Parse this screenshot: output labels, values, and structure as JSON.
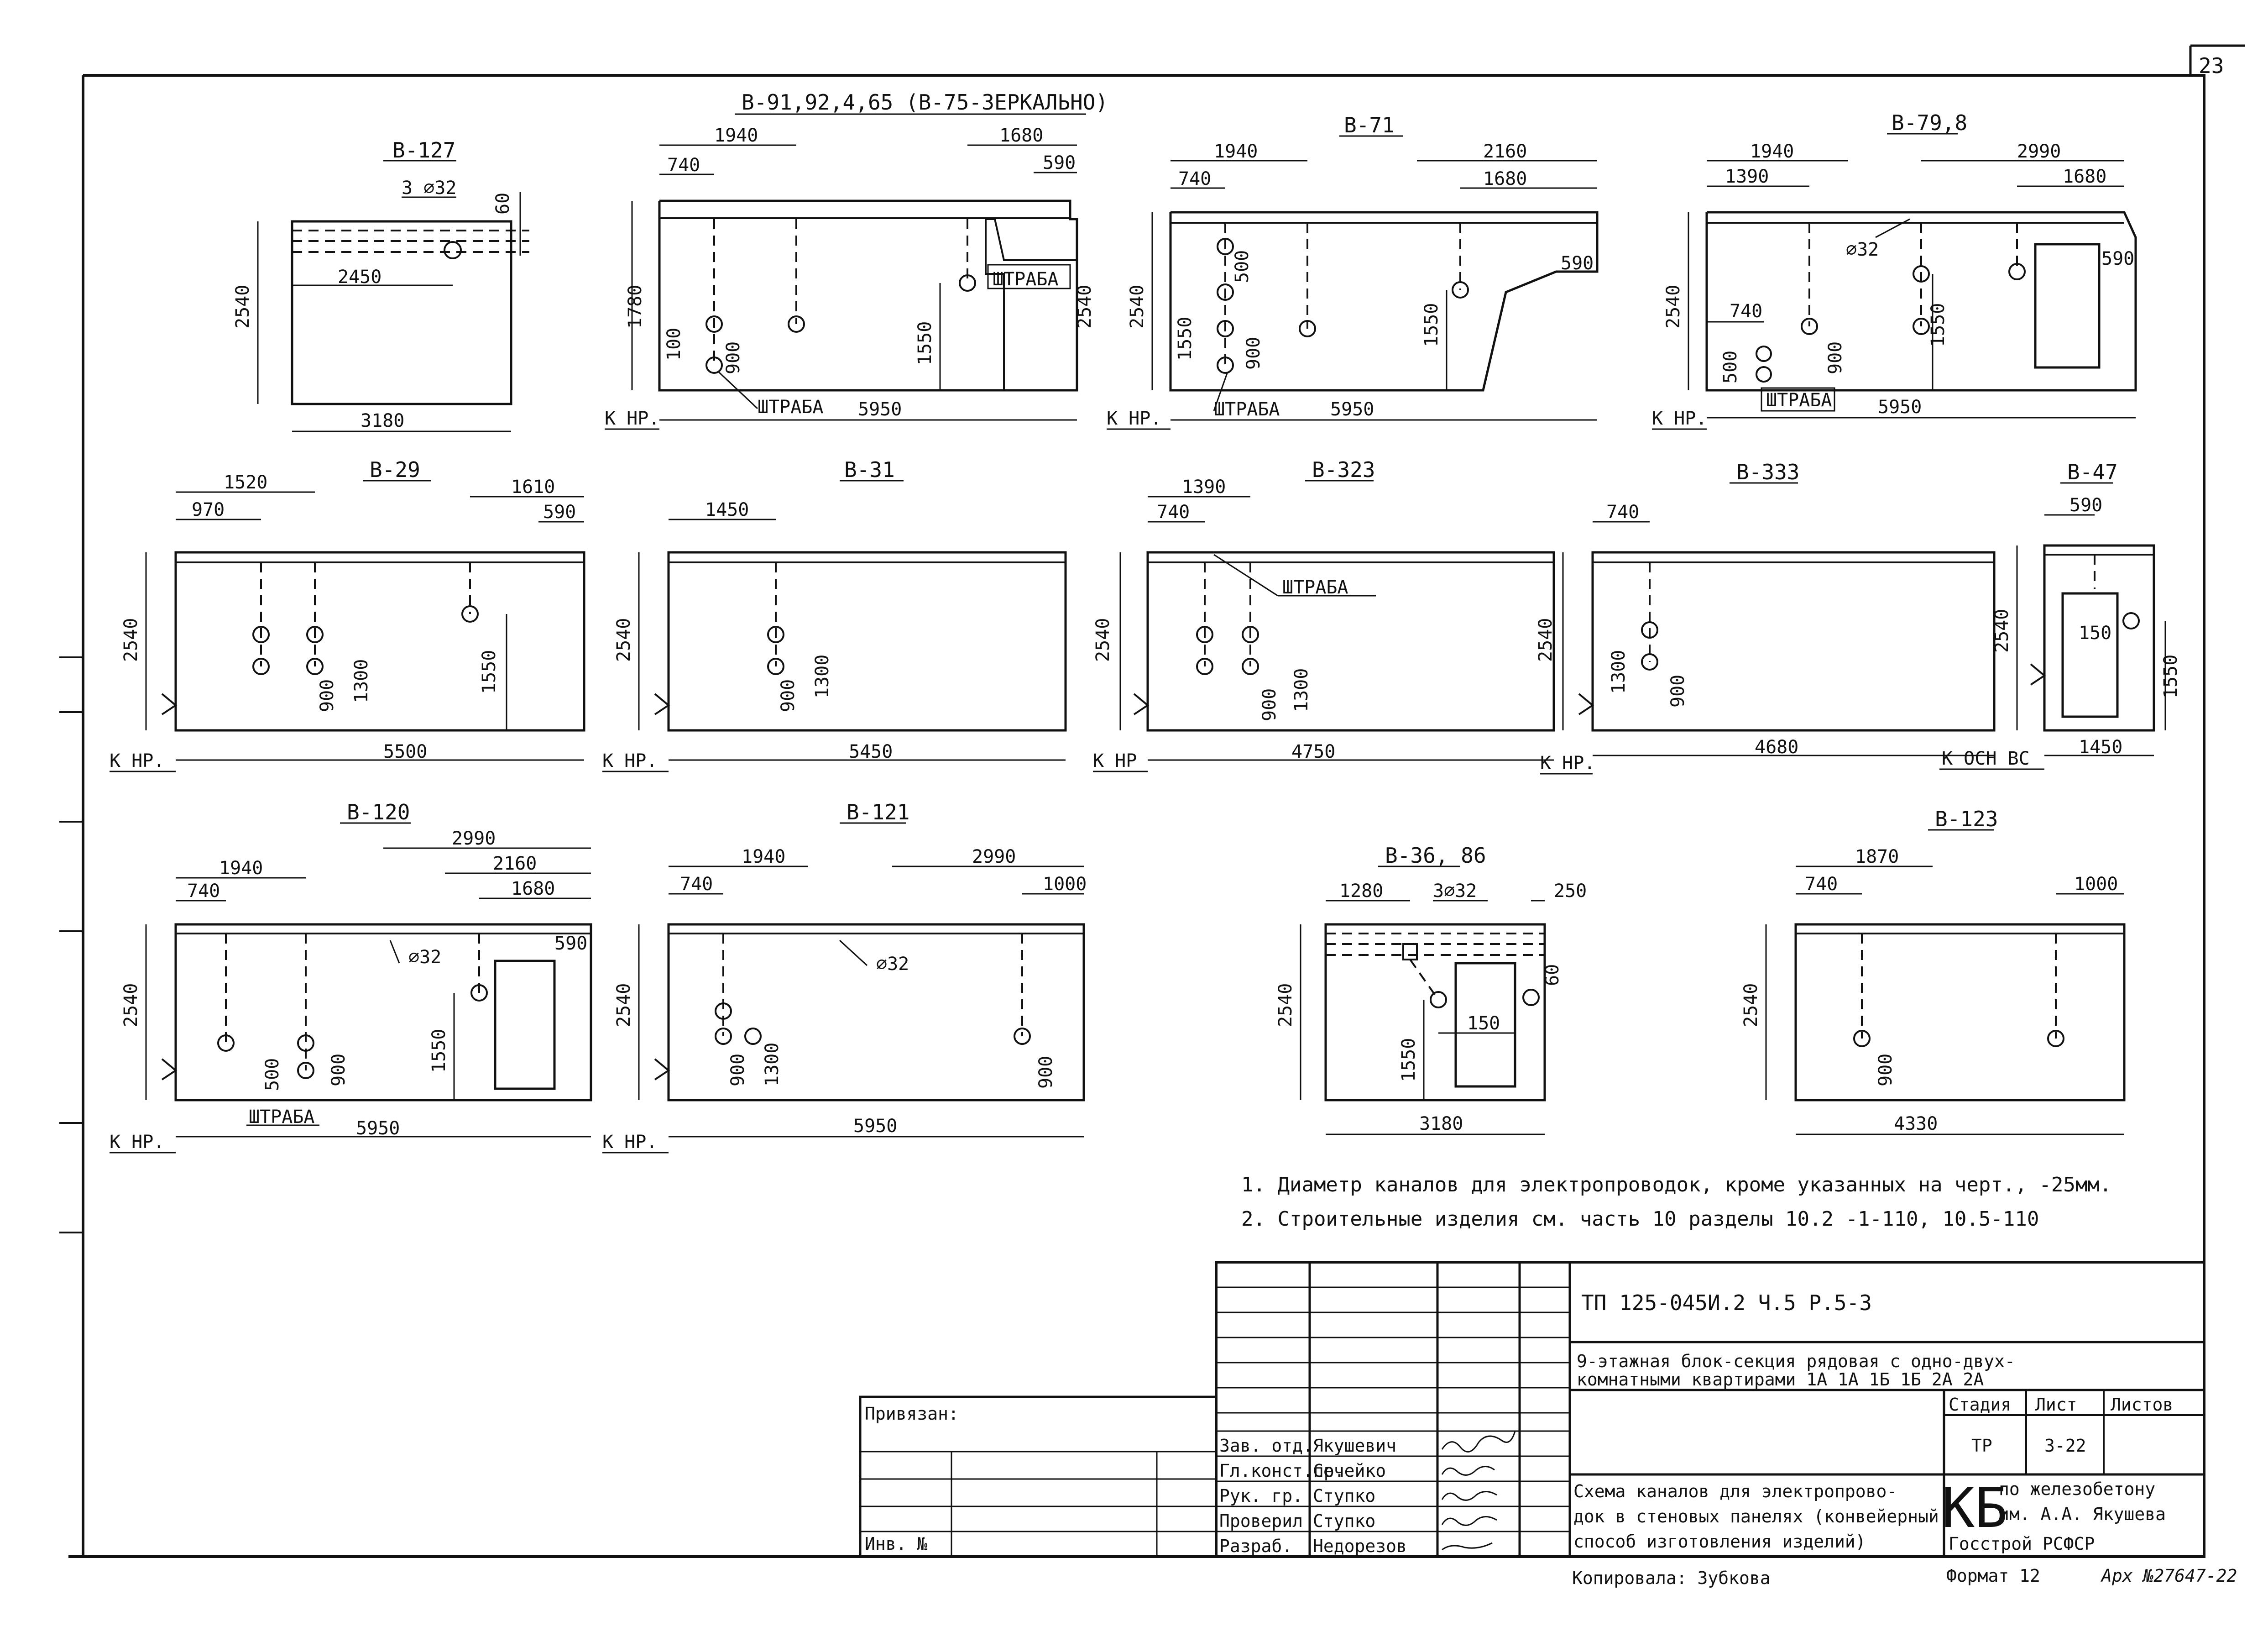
{
  "sheet": {
    "sheet_number": "23"
  },
  "panels": {
    "b127": {
      "title": "В-127",
      "d32": "3 ⌀32",
      "d60": "60",
      "h": "2540",
      "d2450": "2450",
      "w": "3180"
    },
    "b91": {
      "title": "В-91,92,4,65 (В-75-ЗЕРКАЛЬНО)",
      "d1940": "1940",
      "d740": "740",
      "d1680": "1680",
      "d590": "590",
      "d1780": "1780",
      "d100": "100",
      "d900": "900",
      "d1550": "1550",
      "h": "2540",
      "shtraba_a": "ШТРАБА",
      "shtraba_b": "ШТРАБА",
      "w": "5950",
      "knr": "К НР."
    },
    "b71": {
      "title": "В-71",
      "d1940": "1940",
      "d740": "740",
      "d2160": "2160",
      "d1680": "1680",
      "d500": "500",
      "d590": "590",
      "d1550a": "1550",
      "d900": "900",
      "d1550b": "1550",
      "h": "2540",
      "shtraba": "ШТРАБА",
      "w": "5950",
      "knr": "К НР."
    },
    "b79": {
      "title": "В-79,8",
      "d1940": "1940",
      "d1390": "1390",
      "d2990": "2990",
      "d1680": "1680",
      "d32": "⌀32",
      "d590": "590",
      "d740": "740",
      "d500": "500",
      "d900": "900",
      "d1550": "1550",
      "h": "2540",
      "shtraba": "ШТРАБА",
      "w": "5950",
      "knr": "К НР."
    },
    "b29": {
      "title": "В-29",
      "d1520": "1520",
      "d970": "970",
      "d1610": "1610",
      "d590": "590",
      "h": "2540",
      "d900": "900",
      "d1300": "1300",
      "d1550": "1550",
      "w": "5500",
      "knr": "К НР."
    },
    "b31": {
      "title": "В-31",
      "d1450": "1450",
      "h": "2540",
      "d900": "900",
      "d1300": "1300",
      "w": "5450",
      "knr": "К НР."
    },
    "b323": {
      "title": "В-323",
      "d1390": "1390",
      "d740": "740",
      "shtraba": "ШТРАБА",
      "h": "2540",
      "d900": "900",
      "d1300": "1300",
      "w": "4750",
      "knr": "К НР"
    },
    "b333": {
      "title": "В-333",
      "d740": "740",
      "h": "2540",
      "d1300": "1300",
      "d900": "900",
      "w": "4680",
      "knr": "К НР."
    },
    "b47": {
      "title": "В-47",
      "d590": "590",
      "h": "2540",
      "d150": "150",
      "d1550": "1550",
      "w": "1450",
      "kosn": "К ОСН ВС"
    },
    "b120": {
      "title": "В-120",
      "d1940": "1940",
      "d740": "740",
      "d2990": "2990",
      "d2160": "2160",
      "d1680": "1680",
      "d32": "⌀32",
      "d590": "590",
      "d1550": "1550",
      "h": "2540",
      "d500": "500",
      "d900": "900",
      "shtraba": "ШТРАБА",
      "w": "5950",
      "knr": "К НР."
    },
    "b121": {
      "title": "В-121",
      "d1940": "1940",
      "d740": "740",
      "d2990": "2990",
      "d1000": "1000",
      "d32": "⌀32",
      "h": "2540",
      "d900a": "900",
      "d1300": "1300",
      "d900b": "900",
      "w": "5950",
      "knr": "К НР."
    },
    "b36": {
      "title": "В-36, 86",
      "d1280": "1280",
      "d32": "3⌀32",
      "d250": "250",
      "d60": "60",
      "h": "2540",
      "d1550": "1550",
      "d150": "150",
      "w": "3180"
    },
    "b123": {
      "title": "В-123",
      "d1870": "1870",
      "d740": "740",
      "d1000": "1000",
      "h": "2540",
      "d900": "900",
      "w": "4330"
    }
  },
  "notes": {
    "n1": "1. Диаметр   каналов для электропроводок, кроме указанных на черт., -25мм.",
    "n2": "2. Строительные изделия см. часть 10   разделы 10.2 -1-110,  10.5-110"
  },
  "stamp": {
    "code": "ТП 125-045И.2 Ч.5  Р.5-3",
    "project_line1": "9-этажная блок-секция рядовая с одно-двух-",
    "project_line2": "комнатными квартирами 1А 1А 1Б 1Б 2А 2А",
    "privyazan": "Привязан:",
    "inv": "Инв. №",
    "roles": [
      "Зав. отд.",
      "Гл.конст.пр.",
      "Рук. гр.",
      "Проверил",
      "Разраб."
    ],
    "names": [
      "Якушевич",
      "Сечейко",
      "Ступко",
      "Ступко",
      "Недорезов"
    ],
    "stage_h": "Стадия",
    "sheet_h": "Лист",
    "sheets_h": "Листов",
    "stage": "ТР",
    "sheet": "3-22",
    "desc_line1": "Схема каналов для электропрово-",
    "desc_line2": "док в стеновых панелях (конвейерный",
    "desc_line3": "способ изготовления изделий)",
    "org_mark": "КБ",
    "org_line1": "по железобетону",
    "org_line2": "им. А.А. Якушева",
    "org_line3": "Госстрой   РСФСР",
    "copied": "Копировала: Зубкова",
    "format": "Формат  12",
    "archive": "Арх №27647-22"
  }
}
